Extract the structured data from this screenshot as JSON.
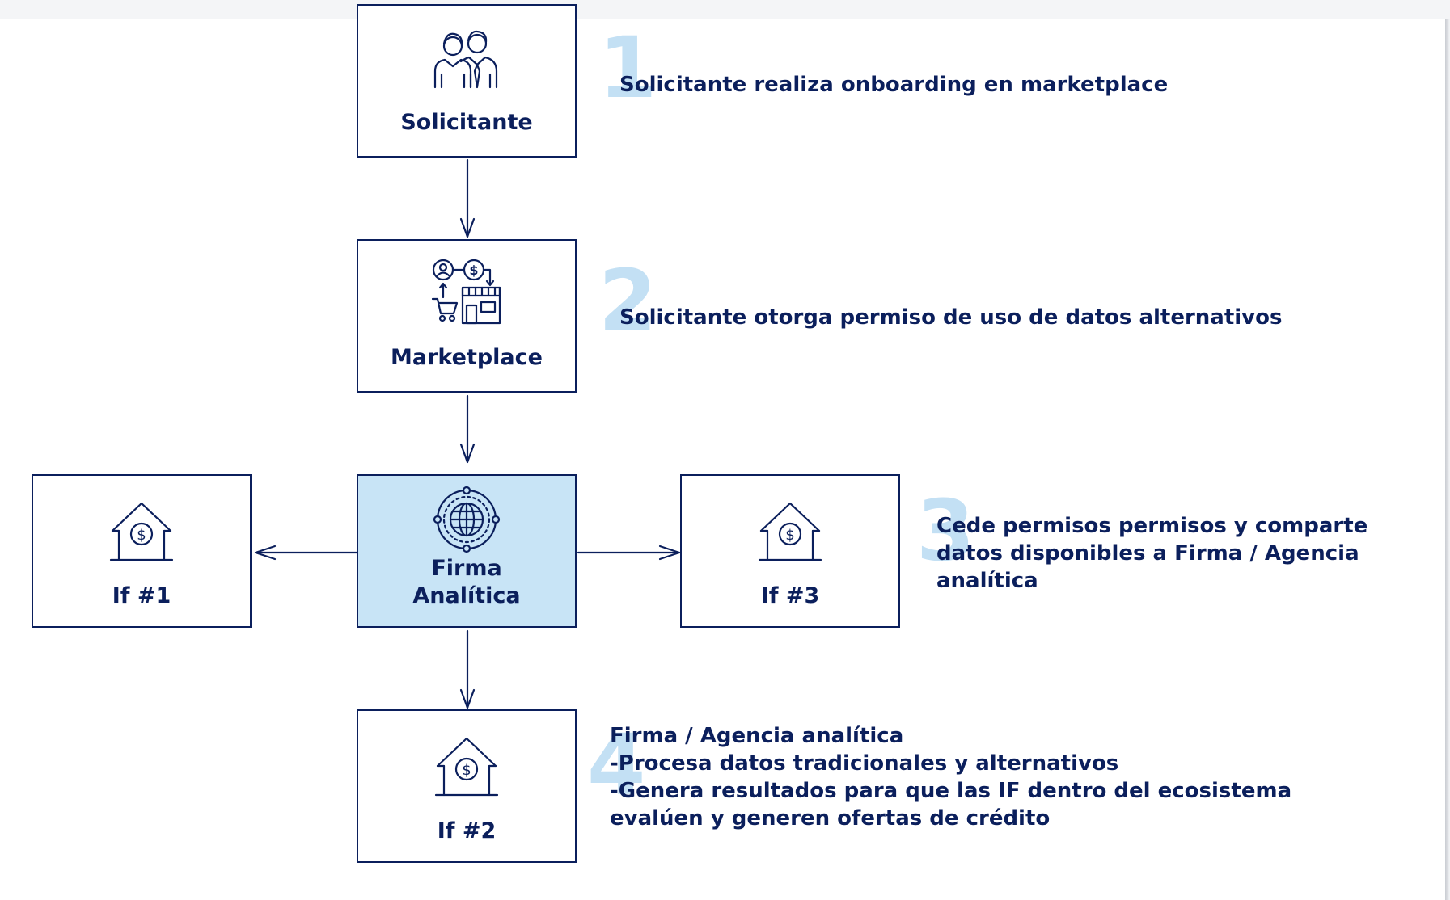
{
  "colors": {
    "navy": "#0b1f5c",
    "highlight_fill": "#c8e4f6",
    "step_number": "#c3e0f4",
    "background": "#ffffff"
  },
  "nodes": {
    "solicitante": {
      "label": "Solicitante",
      "icon": "two-people-icon"
    },
    "marketplace": {
      "label": "Marketplace",
      "icon": "marketplace-store-icon"
    },
    "firma": {
      "label": "Firma\nAnalítica",
      "icon": "globe-analytics-icon"
    },
    "if1": {
      "label": "If #1",
      "icon": "house-dollar-icon"
    },
    "if2": {
      "label": "If #2",
      "icon": "house-dollar-icon"
    },
    "if3": {
      "label": "If #3",
      "icon": "house-dollar-icon"
    }
  },
  "steps": [
    {
      "number": "1",
      "text": "Solicitante realiza onboarding en marketplace"
    },
    {
      "number": "2",
      "text": "Solicitante otorga permiso de uso de datos alternativos"
    },
    {
      "number": "3",
      "text": "Cede permisos permisos y comparte\ndatos disponibles a Firma / Agencia\nanalítica"
    },
    {
      "number": "4",
      "text": "Firma / Agencia analítica\n-Procesa datos tradicionales y alternativos\n-Genera resultados para que las IF dentro del ecosistema\nevalúen y generen ofertas de crédito"
    }
  ]
}
